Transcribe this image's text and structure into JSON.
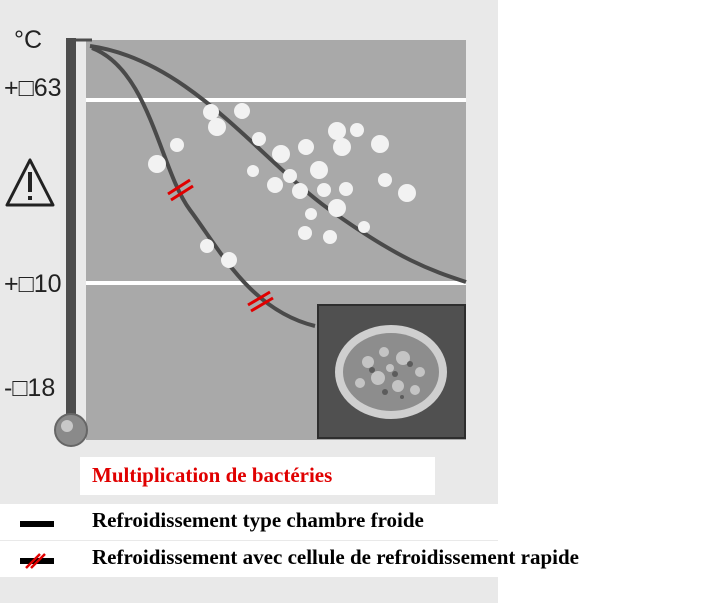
{
  "axis": {
    "unit": "°C",
    "ticks": [
      "+□63",
      "+□10",
      "-□18"
    ]
  },
  "legend": {
    "title": "Multiplication de bactéries",
    "items": [
      {
        "label": "Refroidissement type chambre froide"
      },
      {
        "label": "Refroidissement avec cellule de refroidissement rapide"
      }
    ]
  },
  "colors": {
    "accent_red": "#e00000",
    "curve": "#4a4a4a",
    "plot_bg": "#a9a9a9"
  },
  "icons": [
    "warning-triangle-icon",
    "thermometer-bulb-icon",
    "food-container-photo"
  ]
}
